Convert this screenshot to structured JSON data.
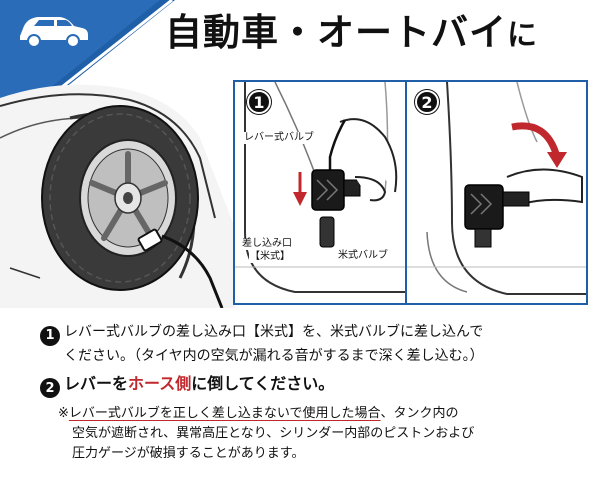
{
  "header": {
    "title_main": "自動車・オートバイ",
    "title_suffix": "に",
    "brand_color": "#1f5fa8"
  },
  "icons": {
    "car": "car-icon"
  },
  "steps": [
    {
      "number": "1",
      "labels": {
        "lever_valve": "レバー式バルブ",
        "insert_port": "差し込み口",
        "insert_port_type": "【米式】",
        "us_valve": "米式バルブ"
      }
    },
    {
      "number": "2"
    }
  ],
  "instructions": {
    "step1": {
      "number": "1",
      "line1": "レバー式バルブの差し込み口【米式】を、米式バルブに差し込んで",
      "line2": "ください。（タイヤ内の空気が漏れる音がするまで深く差し込む。）"
    },
    "step2": {
      "number": "2",
      "pre": "レバーを",
      "highlight": "ホース側",
      "post": "に倒してください。",
      "highlight_color": "#c0282d"
    },
    "warning": {
      "mark": "※",
      "underlined": "レバー式バルブを正しく差し込まないで使用した場合",
      "line1_rest": "、タンク内の",
      "line2": "空気が遮断され、異常高圧となり、シリンダー内部のピストンおよび",
      "line3": "圧力ゲージが破損することがあります。"
    }
  }
}
